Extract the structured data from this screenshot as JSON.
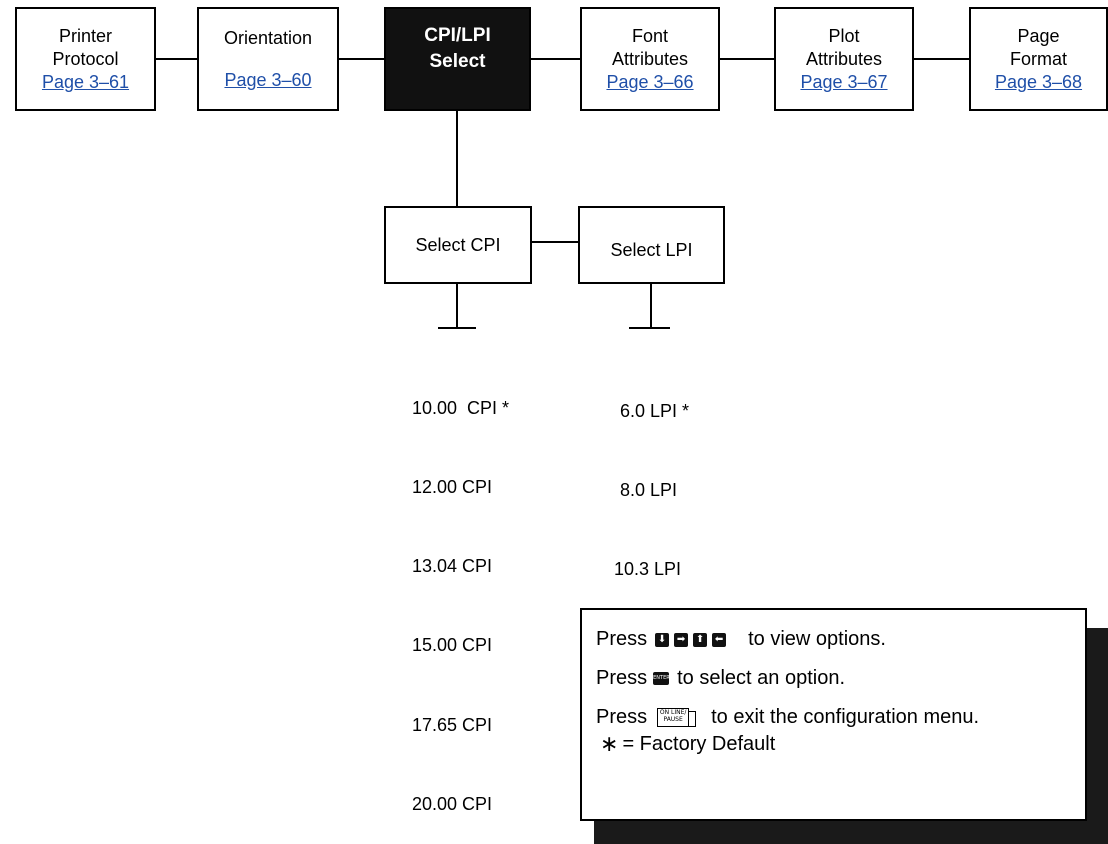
{
  "menu_boxes": [
    {
      "lines": [
        "Printer",
        "Protocol"
      ],
      "link": "Page 3–61"
    },
    {
      "lines": [
        "Orientation"
      ],
      "link": "Page 3–60"
    },
    {
      "lines": [
        "CPI/LPI",
        "Select"
      ],
      "link": ""
    },
    {
      "lines": [
        "Font",
        "Attributes"
      ],
      "link": "Page 3–66"
    },
    {
      "lines": [
        "Plot",
        "Attributes"
      ],
      "link": "Page 3–67"
    },
    {
      "lines": [
        "Page",
        "Format"
      ],
      "link": "Page 3–68"
    }
  ],
  "sub_boxes": {
    "cpi": "Select CPI",
    "lpi": "Select LPI"
  },
  "cpi_options": [
    "10.00  CPI *",
    "12.00 CPI",
    "13.04 CPI",
    "15.00 CPI",
    "17.65 CPI",
    "20.00 CPI"
  ],
  "lpi_options": [
    "6.0 LPI *",
    "8.0 LPI",
    "10.3 LPI"
  ],
  "legend": {
    "press": "Press",
    "view_options": "to view options.",
    "select_option": "to select an option.",
    "exit_menu": "to exit the configuration menu.",
    "factory_default": "= Factory Default",
    "star": "∗",
    "arrow_keys": [
      "down-arrow-key",
      "right-arrow-key",
      "up-arrow-key",
      "left-arrow-key"
    ],
    "enter_key": "ENTER",
    "pause_key_lines": [
      "ON LINE/",
      "PAUSE"
    ]
  },
  "colors": {
    "link": "#1f4fa8",
    "active_box": "#111111"
  }
}
